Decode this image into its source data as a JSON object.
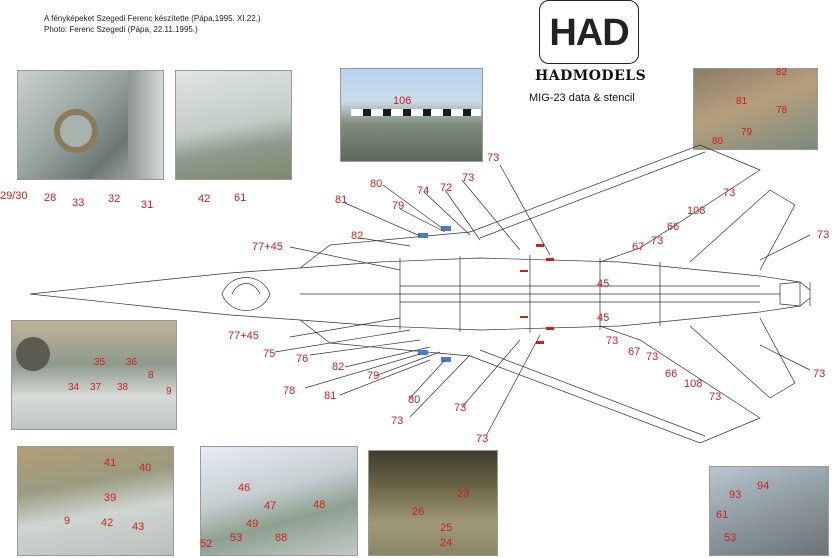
{
  "credits": {
    "line1": "A fényképeket Szegedi Ferenc készítette (Pápa,1995. XI.22.)",
    "line2": "Photo: Ferenc Szegedi (Pápa, 22.11.1995.)"
  },
  "logo": {
    "text": "HAD"
  },
  "brand": "HADMODELS",
  "product": "MIG-23 data & stencil",
  "photos": {
    "p1": {
      "labels": [
        "29/30",
        "28",
        "33",
        "32",
        "31"
      ]
    },
    "p2": {
      "labels": [
        "42",
        "61"
      ]
    },
    "p3": {
      "labels": [
        "106"
      ]
    },
    "p4": {
      "labels": [
        "82",
        "81",
        "78",
        "79",
        "80"
      ]
    },
    "p5": {
      "labels": [
        "35",
        "36",
        "34",
        "37",
        "38",
        "8",
        "9"
      ]
    },
    "p6": {
      "labels": [
        "41",
        "40",
        "39",
        "9",
        "42",
        "43"
      ]
    },
    "p7": {
      "labels": [
        "46",
        "47",
        "48",
        "49",
        "53",
        "52",
        "88"
      ]
    },
    "p8": {
      "labels": [
        "23",
        "26",
        "25",
        "24"
      ]
    },
    "p9": {
      "labels": [
        "94",
        "93",
        "61",
        "53"
      ]
    }
  },
  "diagram": {
    "labels": [
      "81",
      "80",
      "79",
      "74",
      "72",
      "73",
      "82",
      "77+45",
      "77+45",
      "75",
      "76",
      "82",
      "79",
      "78",
      "81",
      "80",
      "73",
      "73",
      "73",
      "73",
      "73",
      "108",
      "66",
      "73",
      "67",
      "73",
      "45",
      "45",
      "73",
      "67",
      "73",
      "66",
      "108",
      "73",
      "73"
    ]
  }
}
